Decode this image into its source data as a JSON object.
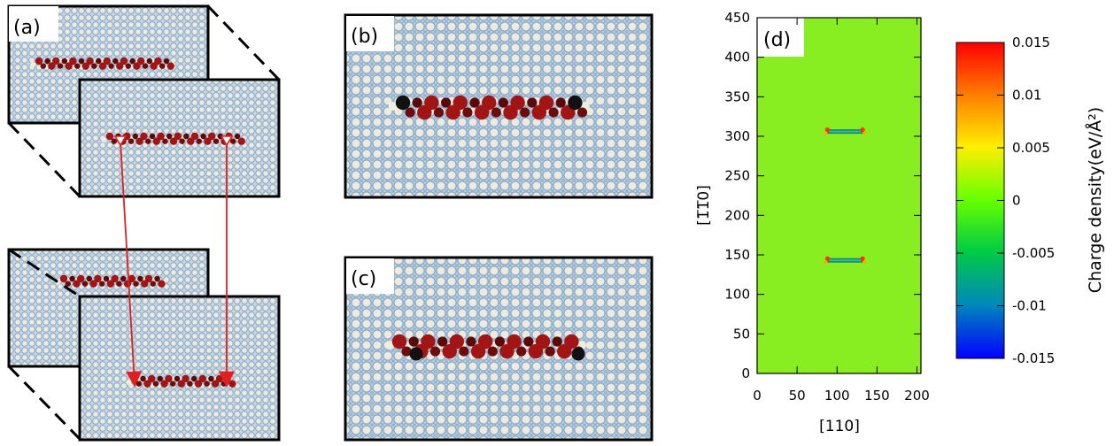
{
  "panels": {
    "a": "(a)",
    "b": "(b)",
    "c": "(c)",
    "d": "(d)"
  },
  "chart_data": {
    "type": "heatmap",
    "xlabel": "[110]",
    "ylabel": "[1̅1̅0]",
    "xlim": [
      0,
      205
    ],
    "ylim": [
      0,
      450
    ],
    "x_ticks": [
      "0",
      "50",
      "100",
      "150",
      "200"
    ],
    "y_ticks": [
      "0",
      "50",
      "100",
      "150",
      "200",
      "250",
      "300",
      "350",
      "400",
      "450"
    ],
    "background_value": -0.002,
    "features": [
      {
        "x_start": 88,
        "x_end": 132,
        "y": 306
      },
      {
        "x_start": 88,
        "x_end": 132,
        "y": 143
      }
    ],
    "colorbar": {
      "label": "Charge density(eV/Å²)",
      "range": [
        -0.015,
        0.015
      ],
      "ticks": [
        "0.015",
        "0.01",
        "0.005",
        "0",
        "-0.005",
        "-0.01",
        "-0.015"
      ],
      "colors": [
        "#ff0000",
        "#ff8800",
        "#ffee00",
        "#88ff00",
        "#00cc33",
        "#0088aa",
        "#0000ff"
      ]
    }
  },
  "colors": {
    "atom_bg": "#a9c0d8",
    "atom_light": "#ebe7d2",
    "atom_red": "#a31414",
    "atom_dark": "#5a0808",
    "atom_black": "#111111",
    "arrow": "#e02020",
    "map_green": "#88ee22"
  }
}
